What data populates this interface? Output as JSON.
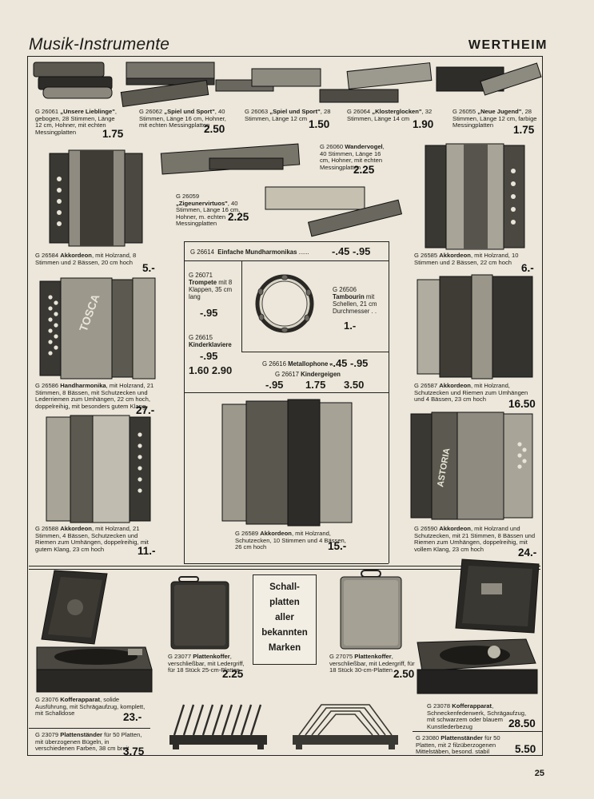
{
  "header": {
    "title": "Musik-Instrumente",
    "brand": "WERTHEIM"
  },
  "page_number": "25",
  "harmonicas": [
    {
      "code": "G 26061",
      "name": "„Unsere Lieblinge\"",
      "desc": "gebogen, 28 Stimmen, Länge 12 cm, Hohner, mit echten Messingplatten",
      "price": "1.75"
    },
    {
      "code": "G 26062",
      "name": "„Spiel und Sport\"",
      "desc": "40 Stimmen, Länge 16 cm, Hohner, mit echten Messingplatten",
      "price": "2.50"
    },
    {
      "code": "G 26063",
      "name": "„Spiel und Sport\"",
      "desc": "28 Stimmen, Länge 12 cm",
      "price": "1.50"
    },
    {
      "code": "G 26064",
      "name": "„Klosterglocken\"",
      "desc": "32 Stimmen, Länge 14 cm",
      "price": "1.90"
    },
    {
      "code": "G 26055",
      "name": "„Neue Jugend\"",
      "desc": "28 Stimmen, Länge 12 cm, farbige Messingplatten",
      "price": "1.75"
    },
    {
      "code": "G 26060",
      "name": "Wandervogel",
      "desc": "40 Stimmen, Länge 16 cm, Hohner, mit echten Messingplatten",
      "price": "2.25"
    },
    {
      "code": "G 26059",
      "name": "„Zigeunervirtuos\"",
      "desc": "40 Stimmen, Länge 16 cm, Hohner, m. echten Messingplatten",
      "price": "2.25"
    }
  ],
  "center_box": {
    "mundharmonikas": {
      "code": "G 26614",
      "label": "Einfache Mundharmonikas",
      "dots": "......",
      "prices": "-.45 -.95"
    },
    "trompete": {
      "code": "G 26071",
      "name": "Trompete",
      "desc": "mit 8 Klappen, 35 cm lang",
      "price": "-.95"
    },
    "kinderklaviere": {
      "code": "G 26615",
      "name": "Kinderklaviere",
      "price1": "-.95",
      "price2": "1.60  2.90"
    },
    "tambourin": {
      "code": "G 26506",
      "name": "Tambourin",
      "desc": "mit Schellen, 21 cm Durchmesser . .",
      "price": "1.-"
    },
    "metallophone": {
      "code": "G 26616",
      "label": "Metallophone",
      "dots": "...",
      "prices": "-.45 -.95"
    },
    "kindergeigen": {
      "code": "G 26617",
      "label": "Kindergeigen",
      "prices": [
        "-.95",
        "1.75",
        "3.50"
      ]
    }
  },
  "accordions": [
    {
      "code": "G 26584",
      "name": "Akkordeon",
      "desc": "mit Holzrand, 8 Stimmen und 2 Bässen, 20 cm hoch",
      "price": "5.-"
    },
    {
      "code": "G 26585",
      "name": "Akkordeon",
      "desc": "mit Holzrand, 10 Stimmen und 2 Bässen, 22 cm hoch",
      "price": "6.-"
    },
    {
      "code": "G 26586",
      "name": "Handharmonika",
      "desc": "mit Holzrand, 21 Stimmen, 8 Bässen, mit Schutzecken und Lederriemen zum Umhängen, 22 cm hoch, doppelreihig, mit besonders gutem Klang",
      "price": "27.-"
    },
    {
      "code": "G 26587",
      "name": "Akkordeon",
      "desc": "mit Holzrand, Schutzecken und Riemen zum Umhängen und 4 Bässen, 23 cm hoch",
      "price": "16.50"
    },
    {
      "code": "G 26588",
      "name": "Akkordeon",
      "desc": "mit Holzrand, 21 Stimmen, 4 Bässen, Schutzecken und Riemen zum Umhängen, doppelreihig, mit gutem Klang, 23 cm hoch",
      "price": "11.-"
    },
    {
      "code": "G 26589",
      "name": "Akkordeon",
      "desc": "mit Holzrand, Schutzecken, 10 Stimmen und 4 Bässen, 26 cm hoch",
      "price": "15.-"
    },
    {
      "code": "G 26590",
      "name": "Akkordeon",
      "desc": "mit Holzrand und Schutzecken, mit 21 Stimmen, 8 Bässen und Riemen zum Umhängen, doppelreihig, mit vollem Klang, 23 cm hoch",
      "price": "24.-"
    }
  ],
  "records_box": [
    "Schall-",
    "platten",
    "aller",
    "bekannten",
    "Marken"
  ],
  "bottom": [
    {
      "code": "G 23076",
      "name": "Kofferapparat",
      "desc": "solide Ausführung, mit Schrägaufzug, komplett, mit Schalldose",
      "price": "23.-"
    },
    {
      "code": "G 23077",
      "name": "Plattenkoffer",
      "desc": "verschließbar, mit Ledergriff, für 18 Stück 25-cm-Platten",
      "price": "2.25"
    },
    {
      "code": "G 27075",
      "name": "Plattenkoffer",
      "desc": "verschließbar, mit Ledergriff, für 18 Stück 30-cm-Platten",
      "price": "2.50"
    },
    {
      "code": "G 23078",
      "name": "Kofferapparat",
      "desc": "Schneckenfederwerk, Schrägaufzug, mit schwarzem oder blauem Kunstlederbezug",
      "price": "28.50"
    },
    {
      "code": "G 23079",
      "name": "Plattenständer",
      "desc": "für 50 Platten, mit überzogenen Bügeln, in verschiedenen Farben, 38 cm breit",
      "price": "3.75"
    },
    {
      "code": "G 23080",
      "name": "Plattenständer",
      "desc": "für 50 Platten, mit 2 filzüberzogenen Mittelstäben, besond. stabil",
      "price": "5.50"
    }
  ],
  "accordion_brands": [
    "TOSCA",
    "ASTORIA"
  ]
}
